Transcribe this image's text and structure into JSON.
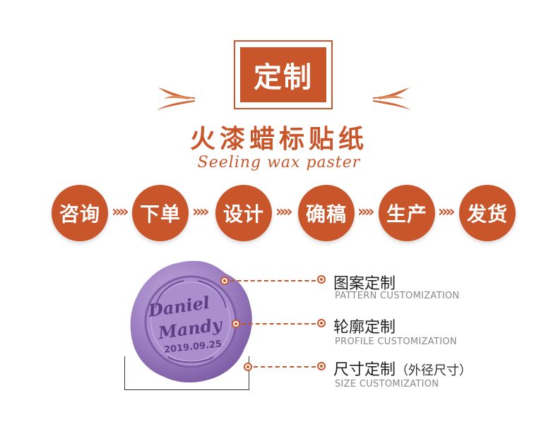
{
  "header": {
    "badge": "定制",
    "title_cn": "火漆蜡标贴纸",
    "title_en": "Seeling wax paster"
  },
  "process": [
    "咨询",
    "下单",
    "设计",
    "确稿",
    "生产",
    "发货"
  ],
  "seal": {
    "name1": "Daniel",
    "name2": "Mandy",
    "date": "2019.09.25"
  },
  "annotations": [
    {
      "cn": "图案定制",
      "en": "PATTERN CUSTOMIZATION"
    },
    {
      "cn": "轮廓定制",
      "en": "PROFILE CUSTOMIZATION"
    },
    {
      "cn": "尺寸定制",
      "note": "（外径尺寸）",
      "en": "SIZE CUSTOMIZATION"
    }
  ],
  "colors": {
    "accent": "#c9562b",
    "seal": "#9d7fc1"
  }
}
